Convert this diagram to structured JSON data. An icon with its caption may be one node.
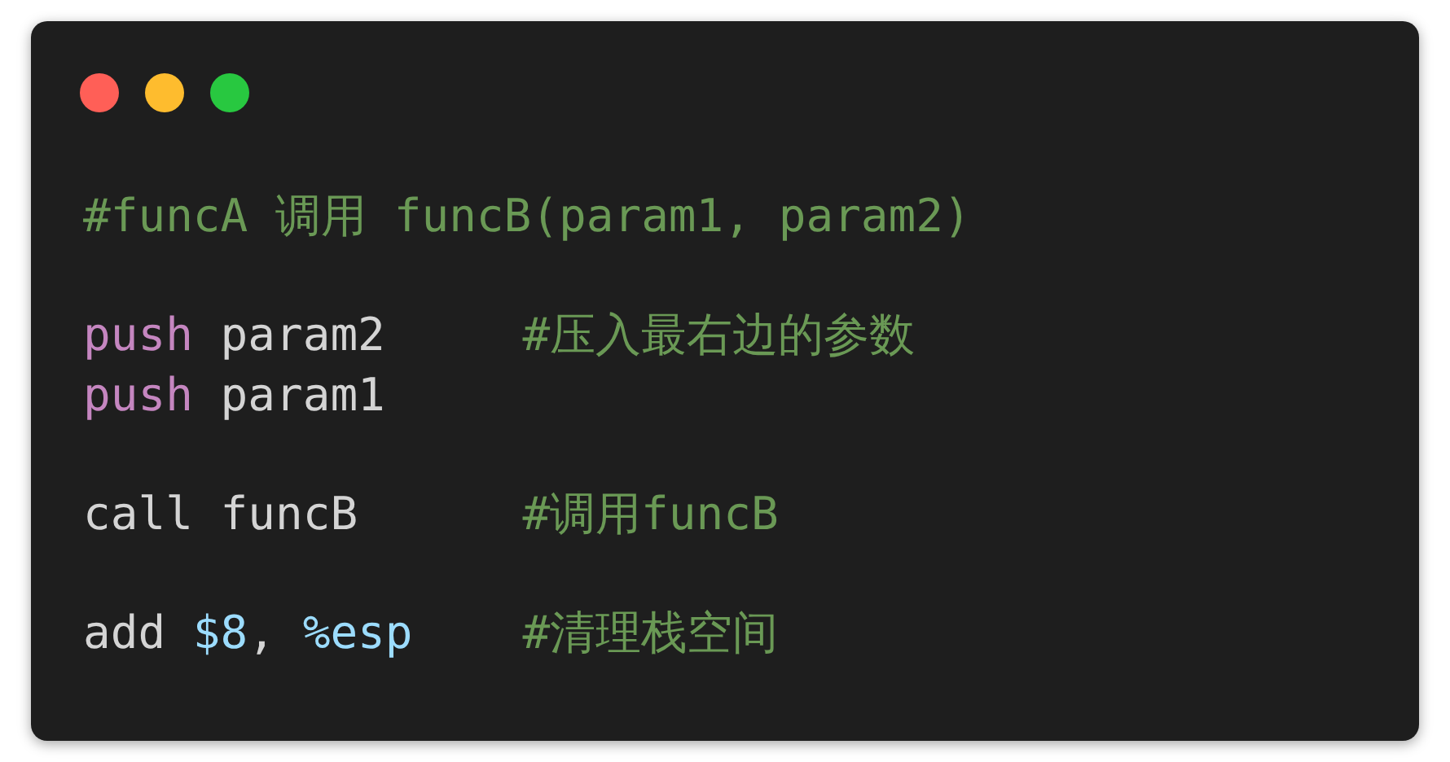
{
  "diagram": {
    "labels": [
      "#funcA 调用 funcB(param1, param2)",
      "push",
      "param2",
      "#压入最右边的参数",
      "push",
      "param1",
      "call funcB",
      "#调用funcB",
      "add",
      "$8",
      ",",
      "%esp",
      "#清理栈空间"
    ]
  }
}
